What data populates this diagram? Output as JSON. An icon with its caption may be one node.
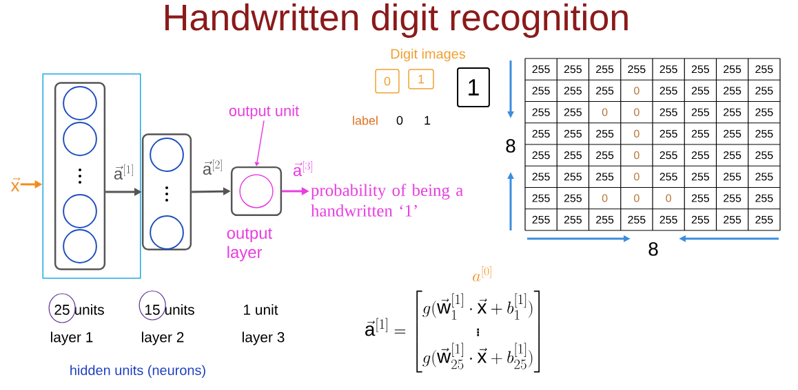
{
  "diagram": {
    "title": "Handwritten digit recognition",
    "nodes": [
      {
        "text": [
          "\\vec{\\mathrm{x}}"
        ]
      },
      {
        "text": [],
        "shape": "box"
      },
      {
        "text": [],
        "shape": "box",
        "in": 1
      },
      {
        "text": [],
        "shape": "circle",
        "in": 2
      },
      {
        "text": [],
        "shape": "circle",
        "in": 2
      },
      {
        "text": [],
        "shape": "circle",
        "in": 2
      },
      {
        "text": [],
        "shape": "circle",
        "in": 2
      },
      {
        "text": [],
        "shape": "box"
      },
      {
        "text": [],
        "shape": "circle",
        "in": 7
      },
      {
        "text": [],
        "shape": "circle",
        "in": 7
      },
      {
        "text": [],
        "shape": "box",
        "beside": [
          "output layer"
        ]
      },
      {
        "text": [],
        "shape": "circle",
        "in": 10
      },
      {
        "text": [
          "probability of being a handwritten ‘1’"
        ]
      },
      {
        "text": [
          "output unit"
        ]
      },
      {
        "text": [
          "0"
        ]
      },
      {
        "text": [
          "1"
        ]
      },
      {
        "text": [
          "1"
        ]
      }
    ],
    "edges": [
      {
        "from": 0,
        "to": 1,
        "arrow": "to",
        "color": "#f28c1e"
      },
      {
        "from": 2,
        "to": 7,
        "arrow": "to",
        "label": "\\vec{\\mathrm{a}}^{[1]}"
      },
      {
        "from": 7,
        "to": 10,
        "arrow": "to",
        "label": "\\vec{\\mathrm{a}}^{[2]}"
      },
      {
        "from": 10,
        "to": 12,
        "arrow": "to",
        "label": "\\vec{\\mathrm{a}}^{[3]}",
        "color": "#e83ee0"
      },
      {
        "from": 13,
        "to": 10,
        "arrow": "to",
        "color": "#e83ee0"
      }
    ],
    "labels": [
      "Digit images",
      "label",
      "0",
      "1",
      "255",
      "255",
      "255",
      "255",
      "255",
      "255",
      "255",
      "255",
      "255",
      "255",
      "255",
      "0",
      "255",
      "255",
      "255",
      "255",
      "255",
      "255",
      "0",
      "0",
      "255",
      "255",
      "255",
      "255",
      "255",
      "255",
      "255",
      "0",
      "255",
      "255",
      "255",
      "255",
      "255",
      "255",
      "255",
      "0",
      "255",
      "255",
      "255",
      "255",
      "255",
      "255",
      "255",
      "0",
      "255",
      "255",
      "255",
      "255",
      "255",
      "255",
      "0",
      "0",
      "0",
      "255",
      "255",
      "255",
      "255",
      "255",
      "255",
      "255",
      "255",
      "255",
      "255",
      "255",
      "8",
      "8",
      "25 units",
      "15 units",
      "1 unit",
      "layer 1",
      "layer 2",
      "layer 3",
      "hidden units (neurons)",
      "a^{[0]}",
      "\\vec{\\mathrm{a}}^{[1]} = \\begin{bmatrix} g(\\vec{\\mathrm{w}}^{[1]}_{1} \\cdot \\vec{\\mathrm{x}} + b^{[1]}_{1}) \\\\ \\vdots \\\\ g(\\vec{\\mathrm{w}}^{[1]}_{25} \\cdot \\vec{\\mathrm{x}} + b^{[1]}_{25}) \\end{bmatrix}"
    ]
  }
}
